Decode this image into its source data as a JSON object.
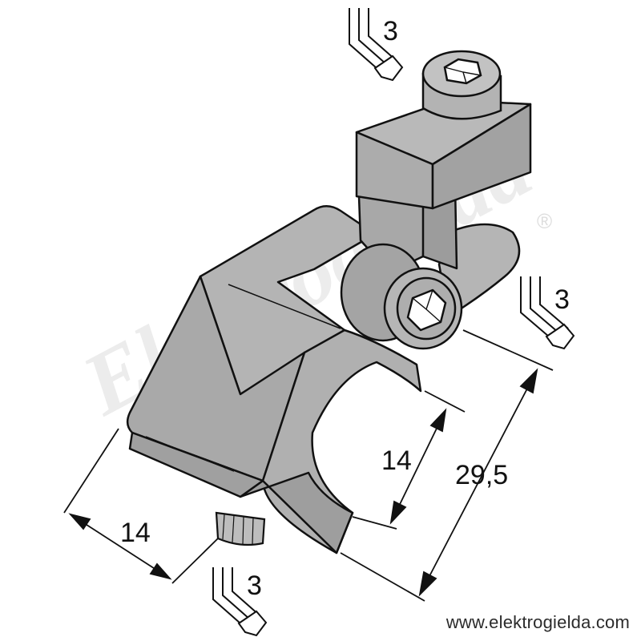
{
  "diagram": {
    "key_size_label_top": "3",
    "key_size_label_right": "3",
    "key_size_label_bottom": "3",
    "dimension_width": "14",
    "dimension_jaw_opening": "14",
    "dimension_height": "29,5",
    "registered_mark": "®"
  },
  "watermark": {
    "text": "Elektrogiełda"
  },
  "footer": {
    "website": "www.elektrogielda.com"
  },
  "colors": {
    "part_fill": "#b0b0b0",
    "part_shadow": "#9a9a9a",
    "outline": "#111111",
    "watermark": "#ececec"
  }
}
